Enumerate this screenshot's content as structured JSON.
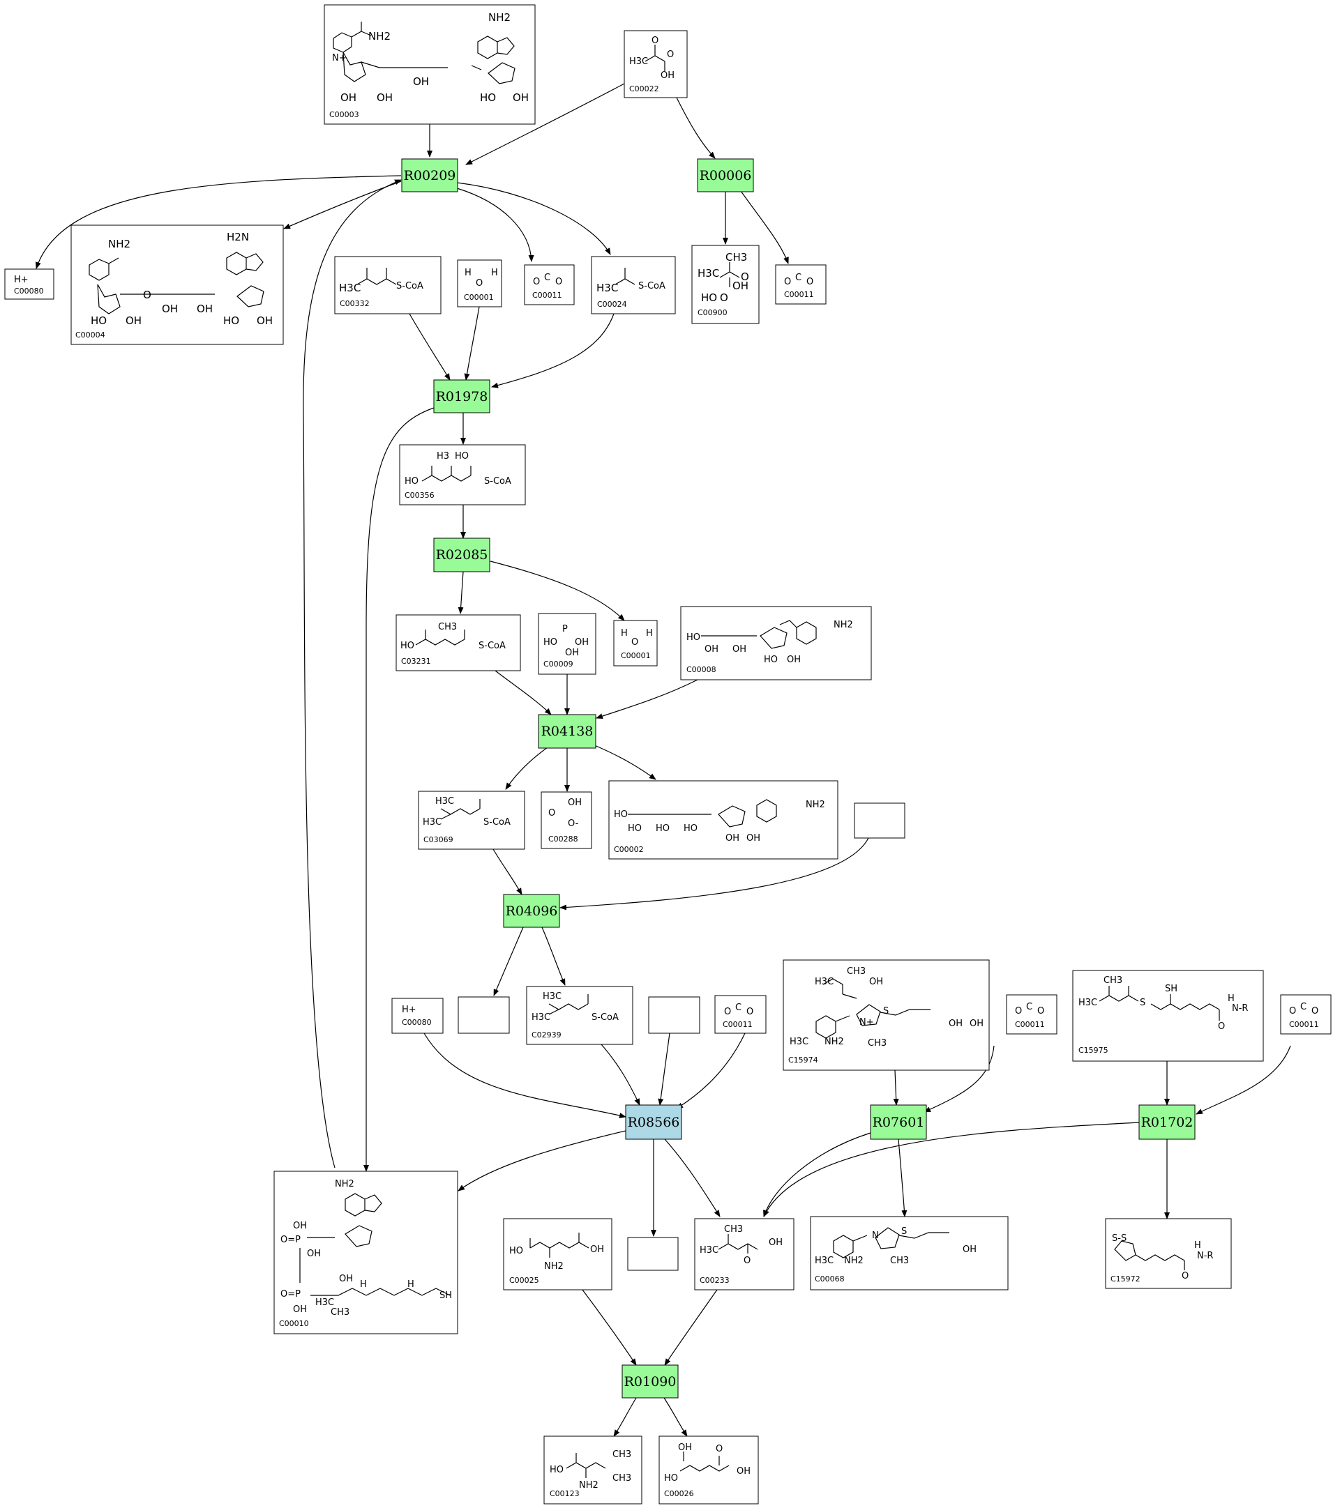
{
  "reactions": [
    {
      "id": "R00209",
      "color": "#98fb98"
    },
    {
      "id": "R00006",
      "color": "#98fb98"
    },
    {
      "id": "R01978",
      "color": "#98fb98"
    },
    {
      "id": "R02085",
      "color": "#98fb98"
    },
    {
      "id": "R04138",
      "color": "#98fb98"
    },
    {
      "id": "R04096",
      "color": "#98fb98"
    },
    {
      "id": "R08566",
      "color": "#add8e6"
    },
    {
      "id": "R07601",
      "color": "#98fb98"
    },
    {
      "id": "R01702",
      "color": "#98fb98"
    },
    {
      "id": "R01090",
      "color": "#98fb98"
    }
  ],
  "compounds": [
    {
      "id": "C00003",
      "structure": [
        "NH2",
        "N+",
        "OH",
        "OH",
        "OH",
        "HO",
        "OH",
        "NH2"
      ]
    },
    {
      "id": "C00022",
      "structure": [
        "O",
        "H3C",
        "OH",
        "O"
      ]
    },
    {
      "id": "C00080",
      "structure": [
        "H+"
      ]
    },
    {
      "id": "C00004",
      "structure": [
        "NH2",
        "H2N",
        "O",
        "OH",
        "OH",
        "HO",
        "OH",
        "HO",
        "OH"
      ]
    },
    {
      "id": "C00332",
      "structure": [
        "H3C",
        "S-CoA"
      ]
    },
    {
      "id": "C00001",
      "structure": [
        "H",
        "O",
        "H"
      ]
    },
    {
      "id": "C00011",
      "structure": [
        "O",
        "C",
        "O"
      ]
    },
    {
      "id": "C00024",
      "structure": [
        "H3C",
        "S-CoA"
      ]
    },
    {
      "id": "C00900",
      "structure": [
        "H3C",
        "CH3",
        "O",
        "OH",
        "HO",
        "O"
      ]
    },
    {
      "id": "C00011",
      "structure": [
        "O",
        "C",
        "O"
      ]
    },
    {
      "id": "C00356",
      "structure": [
        "H3",
        "HO",
        "HO",
        "S-CoA"
      ]
    },
    {
      "id": "C03231",
      "structure": [
        "HO",
        "CH3",
        "S-CoA"
      ]
    },
    {
      "id": "C00009",
      "structure": [
        "HO",
        "P",
        "OH",
        "OH"
      ]
    },
    {
      "id": "C00001",
      "structure": [
        "H",
        "O",
        "H"
      ]
    },
    {
      "id": "C00008",
      "structure": [
        "HO",
        "OH",
        "OH",
        "HO",
        "OH",
        "NH2"
      ]
    },
    {
      "id": "C03069",
      "structure": [
        "H3C",
        "H3C",
        "S-CoA"
      ]
    },
    {
      "id": "C00288",
      "structure": [
        "OH",
        "O",
        "O-"
      ]
    },
    {
      "id": "C00002",
      "structure": [
        "HO",
        "HO",
        "HO",
        "HO",
        "OH",
        "OH",
        "NH2"
      ]
    },
    {
      "id": "C00080",
      "structure": [
        "H+"
      ]
    },
    {
      "id": "C02939",
      "structure": [
        "H3C",
        "H3C",
        "S-CoA"
      ]
    },
    {
      "id": "C00011",
      "structure": [
        "O",
        "C",
        "O"
      ]
    },
    {
      "id": "C15974",
      "structure": [
        "H3C",
        "CH3",
        "OH",
        "N+",
        "S",
        "H3C",
        "NH2",
        "CH3",
        "OH",
        "OH"
      ]
    },
    {
      "id": "C00011",
      "structure": [
        "O",
        "C",
        "O"
      ]
    },
    {
      "id": "C15975",
      "structure": [
        "CH3",
        "H3C",
        "S",
        "SH",
        "H",
        "N-R",
        "O"
      ]
    },
    {
      "id": "C00011",
      "structure": [
        "O",
        "C",
        "O"
      ]
    },
    {
      "id": "C00010",
      "structure": [
        "NH2",
        "OH",
        "O=P",
        "OH",
        "O=P",
        "OH",
        "H3C",
        "CH3",
        "OH",
        "H",
        "H",
        "SH"
      ]
    },
    {
      "id": "C00025",
      "structure": [
        "HO",
        "NH2",
        "OH"
      ]
    },
    {
      "id": "C00233",
      "structure": [
        "CH3",
        "H3C",
        "OH",
        "O"
      ]
    },
    {
      "id": "C00068",
      "structure": [
        "H3C",
        "NH2",
        "S",
        "N",
        "CH3",
        "OH"
      ]
    },
    {
      "id": "C15972",
      "structure": [
        "S-S",
        "H",
        "N-R",
        "O"
      ]
    },
    {
      "id": "C00123",
      "structure": [
        "HO",
        "NH2",
        "CH3",
        "CH3"
      ]
    },
    {
      "id": "C00026",
      "structure": [
        "OH",
        "HO",
        "OH",
        "O"
      ]
    }
  ]
}
